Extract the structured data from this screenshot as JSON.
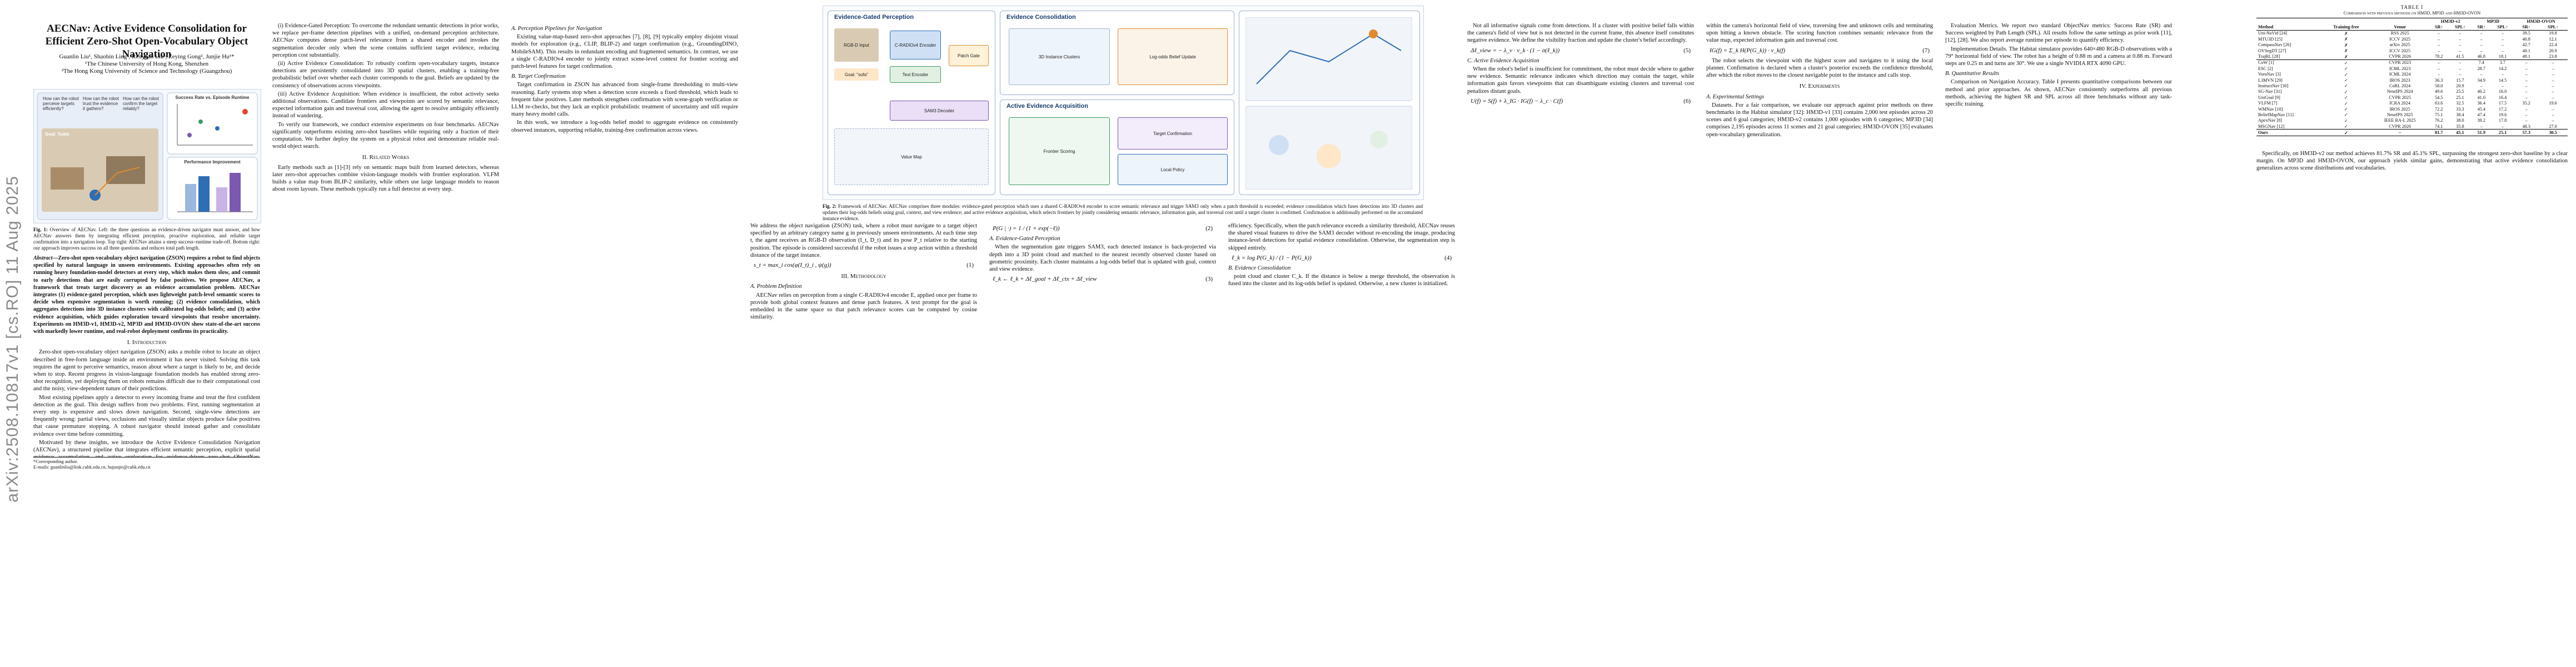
{
  "arxiv_id": "arXiv:2508.10817v1  [cs.RO]  11 Aug 2025",
  "title": "AECNav: Active Evidence Consolidation for Efficient Zero-Shot Open-Vocabulary Object Navigation",
  "authors": "Guanlin Liu¹, Shaobin Ling¹, Renyuan Liu², Zeying Gong², Junjie Hu¹*",
  "affiliation1": "¹The Chinese University of Hong Kong, Shenzhen",
  "affiliation2": "²The Hong Kong University of Science and Technology (Guangzhou)",
  "fig1": {
    "caption_label": "Fig. 1:",
    "caption": "Overview of AECNav. Left: the three questions an evidence-driven navigator must answer, and how AECNav answers them by integrating efficient perception, proactive exploration, and reliable target confirmation into a navigation loop. Top right: AECNav attains a steep success–runtime trade-off. Bottom right: our approach improves success on all three questions and reduces total path length.",
    "labels": {
      "q1": "How can the robot perceive targets efficiently?",
      "q2": "How can the robot trust the evidence it gathers?",
      "q3": "How can the robot confirm the target reliably?",
      "chart1_title": "Success Rate vs. Episode Runtime",
      "chart2_title": "Performance Improvement",
      "img_goal": "Goal: Toilet"
    }
  },
  "fig2": {
    "caption_label": "Fig. 2:",
    "caption": "Framework of AECNav. AECNav comprises three modules: evidence-gated perception which uses a shared C-RADIOv4 encoder to score semantic relevance and trigger SAM3 only when a patch threshold is exceeded; evidence consolidation which fuses detections into 3D clusters and updates their log-odds beliefs using goal, context, and view evidence; and active evidence acquisition, which selects frontiers by jointly considering semantic relevance, information gain, and traversal cost until a target cluster is confirmed. Confirmation is additionally performed on the accumulated instance evidence.",
    "panels": {
      "p1": "Evidence-Gated Perception",
      "p2": "Evidence Consolidation",
      "p3": "Active Evidence Acquisition"
    },
    "blocks": {
      "encoder": "C-RADIOv4 Encoder",
      "text_enc": "Text Encoder",
      "gate": "Patch Gate",
      "sam": "SAM3 Decoder",
      "cluster": "3D Instance Clusters",
      "belief": "Log-odds Belief Update",
      "frontier": "Frontier Scoring",
      "confirm": "Target Confirmation",
      "value_map": "Value Map",
      "rgbd": "RGB-D Input",
      "goal": "Goal: \"sofa\"",
      "policy": "Local Policy"
    }
  },
  "abstract": {
    "label": "Abstract—",
    "text": "Zero-shot open-vocabulary object navigation (ZSON) requires a robot to find objects specified by natural language in unseen environments. Existing approaches often rely on running heavy foundation-model detectors at every step, which makes them slow, and commit to early detections that are easily corrupted by false positives. We propose AECNav, a framework that treats target discovery as an evidence accumulation problem. AECNav integrates (1) evidence-gated perception, which uses lightweight patch-level semantic scores to decide when expensive segmentation is worth running; (2) evidence consolidation, which aggregates detections into 3D instance clusters with calibrated log-odds beliefs; and (3) active evidence acquisition, which guides exploration toward viewpoints that resolve uncertainty. Experiments on HM3D-v1, HM3D-v2, MP3D and HM3D-OVON show state-of-the-art success with markedly lower runtime, and real-robot deployment confirms its practicality."
  },
  "sections": {
    "intro": "I. Introduction",
    "related": "II. Related Works",
    "method": "III. Methodology",
    "experiments": "IV. Experiments",
    "rw_a": "A. Perception Pipelines for Navigation",
    "rw_b": "B. Target Confirmation",
    "m_a": "A. Problem Definition",
    "m_b": "A. Evidence-Gated Perception",
    "m_c": "B. Evidence Consolidation",
    "m_d": "C. Active Evidence Acquisition",
    "e_a": "A. Experimental Settings",
    "e_b": "B. Quantitative Results"
  },
  "text": {
    "intro1": "Zero-shot open-vocabulary object navigation (ZSON) asks a mobile robot to locate an object described in free-form language inside an environment it has never visited. Solving this task requires the agent to perceive semantics, reason about where a target is likely to be, and decide when to stop. Recent progress in vision-language foundation models has enabled strong zero-shot recognition, yet deploying them on robots remains difficult due to their computational cost and the noisy, view-dependent nature of their predictions.",
    "intro2": "Most existing pipelines apply a detector to every incoming frame and treat the first confident detection as the goal. This design suffers from two problems. First, running segmentation at every step is expensive and slows down navigation. Second, single-view detections are frequently wrong: partial views, occlusions and visually similar objects produce false positives that cause premature stopping. A robust navigator should instead gather and consolidate evidence over time before committing.",
    "intro3": "Motivated by these insights, we introduce the Active Evidence Consolidation Navigation (AECNav), a structured pipeline that integrates efficient semantic perception, explicit spatial evidence accumulation, and active exploration for evidence-driven zero-shot ObjectNav. AECNav consists of three core components:",
    "intro4": "(i) Evidence-Gated Perception: To overcome the redundant semantic detections in prior works, we replace per-frame detection pipelines with a unified, on-demand perception architecture. AECNav computes dense patch-level relevance from a shared encoder and invokes the segmentation decoder only when the scene contains sufficient target evidence, reducing perception cost substantially.",
    "intro5": "(ii) Active Evidence Consolidation: To robustly confirm open-vocabulary targets, instance detections are persistently consolidated into 3D spatial clusters, enabling a training-free probabilistic belief over whether each cluster corresponds to the goal. Beliefs are updated by the consistency of observations across viewpoints.",
    "intro6": "(iii) Active Evidence Acquisition: When evidence is insufficient, the robot actively seeks additional observations. Candidate frontiers and viewpoints are scored by semantic relevance, expected information gain and traversal cost, allowing the agent to resolve ambiguity efficiently instead of wandering.",
    "intro7": "To verify our framework, we conduct extensive experiments on four benchmarks. AECNav significantly outperforms existing zero-shot baselines while requiring only a fraction of their computation. We further deploy the system on a physical robot and demonstrate reliable real-world object search.",
    "rw1": "Early methods such as [1]-[3] rely on semantic maps built from learned detectors, whereas later zero-shot approaches combine vision-language models with frontier exploration. VLFM builds a value map from BLIP-2 similarity, while others use large language models to reason about room layouts. These methods typically run a full detector at every step.",
    "rw2": "Existing value-map-based zero-shot approaches [7], [8], [9] typically employ disjoint visual models for exploration (e.g., CLIP, BLIP-2) and target confirmation (e.g., GroundingDINO, MobileSAM). This results in redundant encoding and fragmented semantics. In contrast, we use a single C-RADIOv4 encoder to jointly extract scene-level context for frontier scoring and patch-level features for target confirmation.",
    "rw3": "Target confirmation in ZSON has advanced from single-frame thresholding to multi-view reasoning. Early systems stop when a detection score exceeds a fixed threshold, which leads to frequent false positives. Later methods strengthen confirmation with scene-graph verification or LLM re-checks, but they lack an explicit probabilistic treatment of uncertainty and still require many heavy model calls.",
    "rw4": "In this work, we introduce a log-odds belief model to aggregate evidence on consistently observed instances, supporting reliable, training-free confirmation across views.",
    "m1": "We address the object navigation (ZSON) task, where a robot must navigate to a target object specified by an arbitrary category name g in previously unseen environments. At each time step t, the agent receives an RGB-D observation (I_t, D_t) and its pose P_t relative to the starting position. The episode is considered successful if the robot issues a stop action within a threshold distance of the target instance.",
    "m2": "AECNav relies on perception from a single C-RADIOv4 encoder E, applied once per frame to provide both global context features and dense patch features. A text prompt for the goal is embedded in the same space so that patch relevance scores can be computed by cosine similarity.",
    "m3": "When the segmentation gate triggers SAM3, each detected instance is back-projected via depth into a 3D point cloud and matched to the nearest recently observed cluster based on geometric proximity. Each cluster maintains a log-odds belief that is updated with goal, context and view evidence.",
    "m4": "When the robot's belief is insufficient for commitment, the robot must decide where to gather new evidence. Semantic relevance indicates which direction may contain the target, while information gain favors viewpoints that can disambiguate existing clusters and traversal cost penalizes distant goals.",
    "e1": "Datasets. For a fair comparison, we evaluate our approach against prior methods on three benchmarks in the Habitat simulator [32]: HM3D-v1 [33] contains 2,000 test episodes across 20 scenes and 6 goal categories; HM3D-v2 contains 1,000 episodes with 6 categories; MP3D [34] comprises 2,195 episodes across 11 scenes and 21 goal categories; HM3D-OVON [35] evaluates open-vocabulary generalization.",
    "e2": "Evaluation Metrics. We report two standard ObjectNav metrics: Success Rate (SR) and Success weighted by Path Length (SPL). All results follow the same settings as prior work [11], [12], [28]. We also report average runtime per episode to quantify efficiency.",
    "e3": "Implementation Details. The Habitat simulator provides 640×480 RGB-D observations with a 79° horizontal field of view. The robot has a height of 0.88 m and a camera at 0.88 m. Forward steps are 0.25 m and turns are 30°. We use a single NVIDIA RTX 4090 GPU.",
    "e4": "Comparison on Navigation Accuracy. Table I presents quantitative comparisons between our method and prior approaches. As shown, AECNav consistently outperforms all previous methods, achieving the highest SR and SPL across all three benchmarks without any task-specific training.",
    "e5": "Specifically, on HM3D-v2 our method achieves 81.7% SR and 45.1% SPL, surpassing the strongest zero-shot baseline by a clear margin. On MP3D and HM3D-OVON, our approach yields similar gains, demonstrating that active evidence consolidation generalizes across scene distributions and vocabularies.",
    "right1": "efficiency. Specifically, when the patch relevance exceeds a similarity threshold, AECNav reuses the shared visual features to drive the SAM3 decoder without re-encoding the image, producing instance-level detections for spatial evidence consolidation. Otherwise, the segmentation step is skipped entirely.",
    "right2": "point cloud and cluster C_k. If the distance is below a merge threshold, the observation is fused into the cluster and its log-odds belief is updated. Otherwise, a new cluster is initialized.",
    "right3": "Not all informative signals come from detections. If a cluster with positive belief falls within the camera's field of view but is not detected in the current frame, this absence itself constitutes negative evidence. We define the visibility fraction and update the cluster's belief accordingly.",
    "right4": "within the camera's horizontal field of view, traversing free and unknown cells and terminating upon hitting a known obstacle. The scoring function combines semantic relevance from the value map, expected information gain and traversal cost.",
    "right5": "The robot selects the viewpoint with the highest score and navigates to it using the local planner. Confirmation is declared when a cluster's posterior exceeds the confidence threshold, after which the robot moves to the closest navigable point to the instance and calls stop."
  },
  "equations": [
    {
      "expr": "s_t = max_i  cos(φ(I_t)_i , ψ(g))",
      "num": "(1)"
    },
    {
      "expr": "P(G | ·) = 1 / (1 + exp(−ℓ))",
      "num": "(2)"
    },
    {
      "expr": "ℓ_k ← ℓ_k + Δℓ_goal + Δℓ_ctx + Δℓ_view",
      "num": "(3)"
    },
    {
      "expr": "ℓ_k = log P(G_k) / (1 − P(G_k))",
      "num": "(4)"
    },
    {
      "expr": "Δℓ_view = − λ_v · v_k · (1 − σ(ℓ_k))",
      "num": "(5)"
    },
    {
      "expr": "U(f) = S(f) + λ_IG · IG(f) − λ_c · C(f)",
      "num": "(6)"
    },
    {
      "expr": "IG(f) = Σ_k  H(P(G_k)) · v_k(f)",
      "num": "(7)"
    }
  ],
  "footnote": "*Corresponding author.",
  "emails": "E-mails: guanlinliu@link.cuhk.edu.cn, hujunjie@cuhk.edu.cn",
  "table": {
    "label": "TABLE I",
    "title": "Comparison with previous methods on HM3D, MP3D and HM3D-OVON",
    "group_headers": [
      "HM3D-v2",
      "MP3D",
      "HM3D-OVON"
    ],
    "headers": [
      "Method",
      "Training-free",
      "Venue",
      "SR↑",
      "SPL↑",
      "SR↑",
      "SPL↑",
      "SR↑",
      "SPL↑"
    ],
    "rows": [
      [
        "Uni-NaVid [24]",
        "✗",
        "RSS 2025",
        "–",
        "–",
        "–",
        "–",
        "39.5",
        "19.8"
      ],
      [
        "MTU3D [25]",
        "✗",
        "ICCV 2025",
        "–",
        "–",
        "–",
        "–",
        "40.8",
        "12.1"
      ],
      [
        "CompassNav [26]",
        "✗",
        "arXiv 2025",
        "–",
        "–",
        "–",
        "–",
        "42.7",
        "22.4"
      ],
      [
        "OVSegDT [27]",
        "✗",
        "ICCV 2025",
        "–",
        "–",
        "–",
        "–",
        "40.1",
        "20.9"
      ],
      [
        "TrajRL [28]",
        "✗",
        "CVPR 2026",
        "78.2",
        "41.5",
        "46.8",
        "18.1",
        "49.1",
        "23.8"
      ],
      [
        "CoW [1]",
        "✓",
        "CVPR 2023",
        "–",
        "–",
        "7.4",
        "3.7",
        "–",
        "–"
      ],
      [
        "ESC [2]",
        "✓",
        "ICML 2023",
        "–",
        "–",
        "28.7",
        "14.2",
        "–",
        "–"
      ],
      [
        "VoroNav [3]",
        "✓",
        "ICML 2024",
        "–",
        "–",
        "–",
        "–",
        "–",
        "–"
      ],
      [
        "L3MVN [29]",
        "✓",
        "IROS 2023",
        "36.3",
        "15.7",
        "34.9",
        "14.5",
        "–",
        "–"
      ],
      [
        "InstructNav [30]",
        "✓",
        "CoRL 2024",
        "58.0",
        "20.9",
        "–",
        "–",
        "–",
        "–"
      ],
      [
        "SG-Nav [31]",
        "✓",
        "NeurIPS 2024",
        "49.6",
        "25.5",
        "40.2",
        "16.0",
        "–",
        "–"
      ],
      [
        "UniGoal [9]",
        "✓",
        "CVPR 2025",
        "54.5",
        "25.1",
        "41.0",
        "16.4",
        "–",
        "–"
      ],
      [
        "VLFM [7]",
        "✓",
        "ICRA 2024",
        "63.6",
        "32.5",
        "36.4",
        "17.5",
        "35.2",
        "19.6"
      ],
      [
        "WMNav [10]",
        "✓",
        "IROS 2025",
        "72.2",
        "33.3",
        "45.4",
        "17.2",
        "–",
        "–"
      ],
      [
        "BeliefMapNav [11]",
        "✓",
        "NeurIPS 2025",
        "75.1",
        "38.4",
        "47.4",
        "19.6",
        "–",
        "–"
      ],
      [
        "ApexNav [8]",
        "✓",
        "IEEE RA-L 2025",
        "76.2",
        "38.0",
        "39.2",
        "17.8",
        "–",
        "–"
      ],
      [
        "MSGNav [12]",
        "✓",
        "CVPR 2026",
        "74.1",
        "35.8",
        "–",
        "–",
        "48.3",
        "27.0"
      ],
      [
        "Ours",
        "✓",
        "–",
        "81.7",
        "45.1",
        "51.9",
        "25.1",
        "57.3",
        "30.5"
      ]
    ]
  },
  "colors": {
    "panel_border": "#9fb3cc",
    "accent_blue": "#2f6db5",
    "accent_orange": "#e08a2e",
    "accent_green": "#3c9a5f",
    "accent_purple": "#7b59b0"
  }
}
